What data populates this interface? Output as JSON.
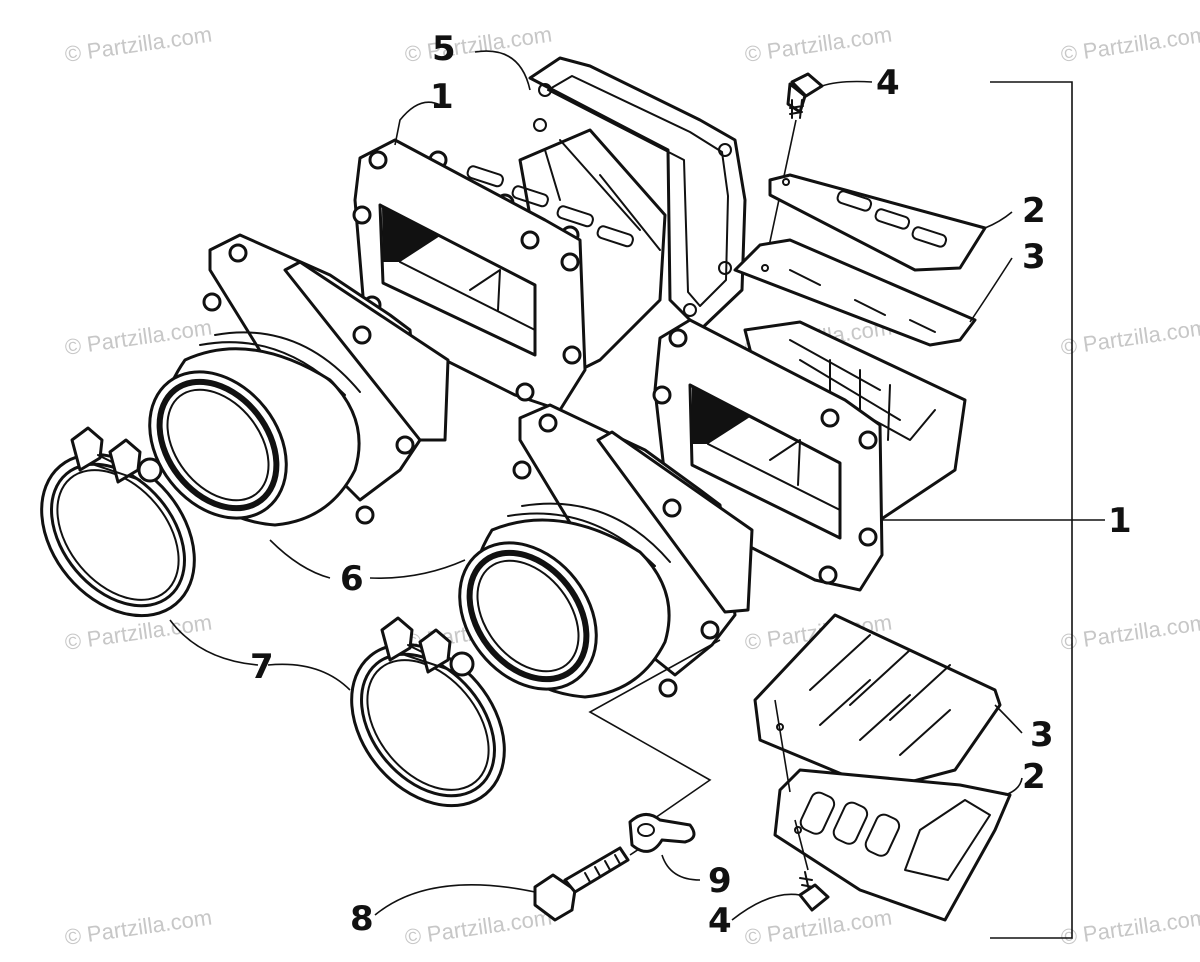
{
  "watermark": "© Partzilla.com",
  "callouts": {
    "c1_top": "1",
    "c1_right": "1",
    "c2_top": "2",
    "c2_bottom": "2",
    "c3_top": "3",
    "c3_bottom": "3",
    "c4_top": "4",
    "c4_bottom": "4",
    "c5": "5",
    "c6": "6",
    "c7": "7",
    "c8": "8",
    "c9": "9"
  }
}
